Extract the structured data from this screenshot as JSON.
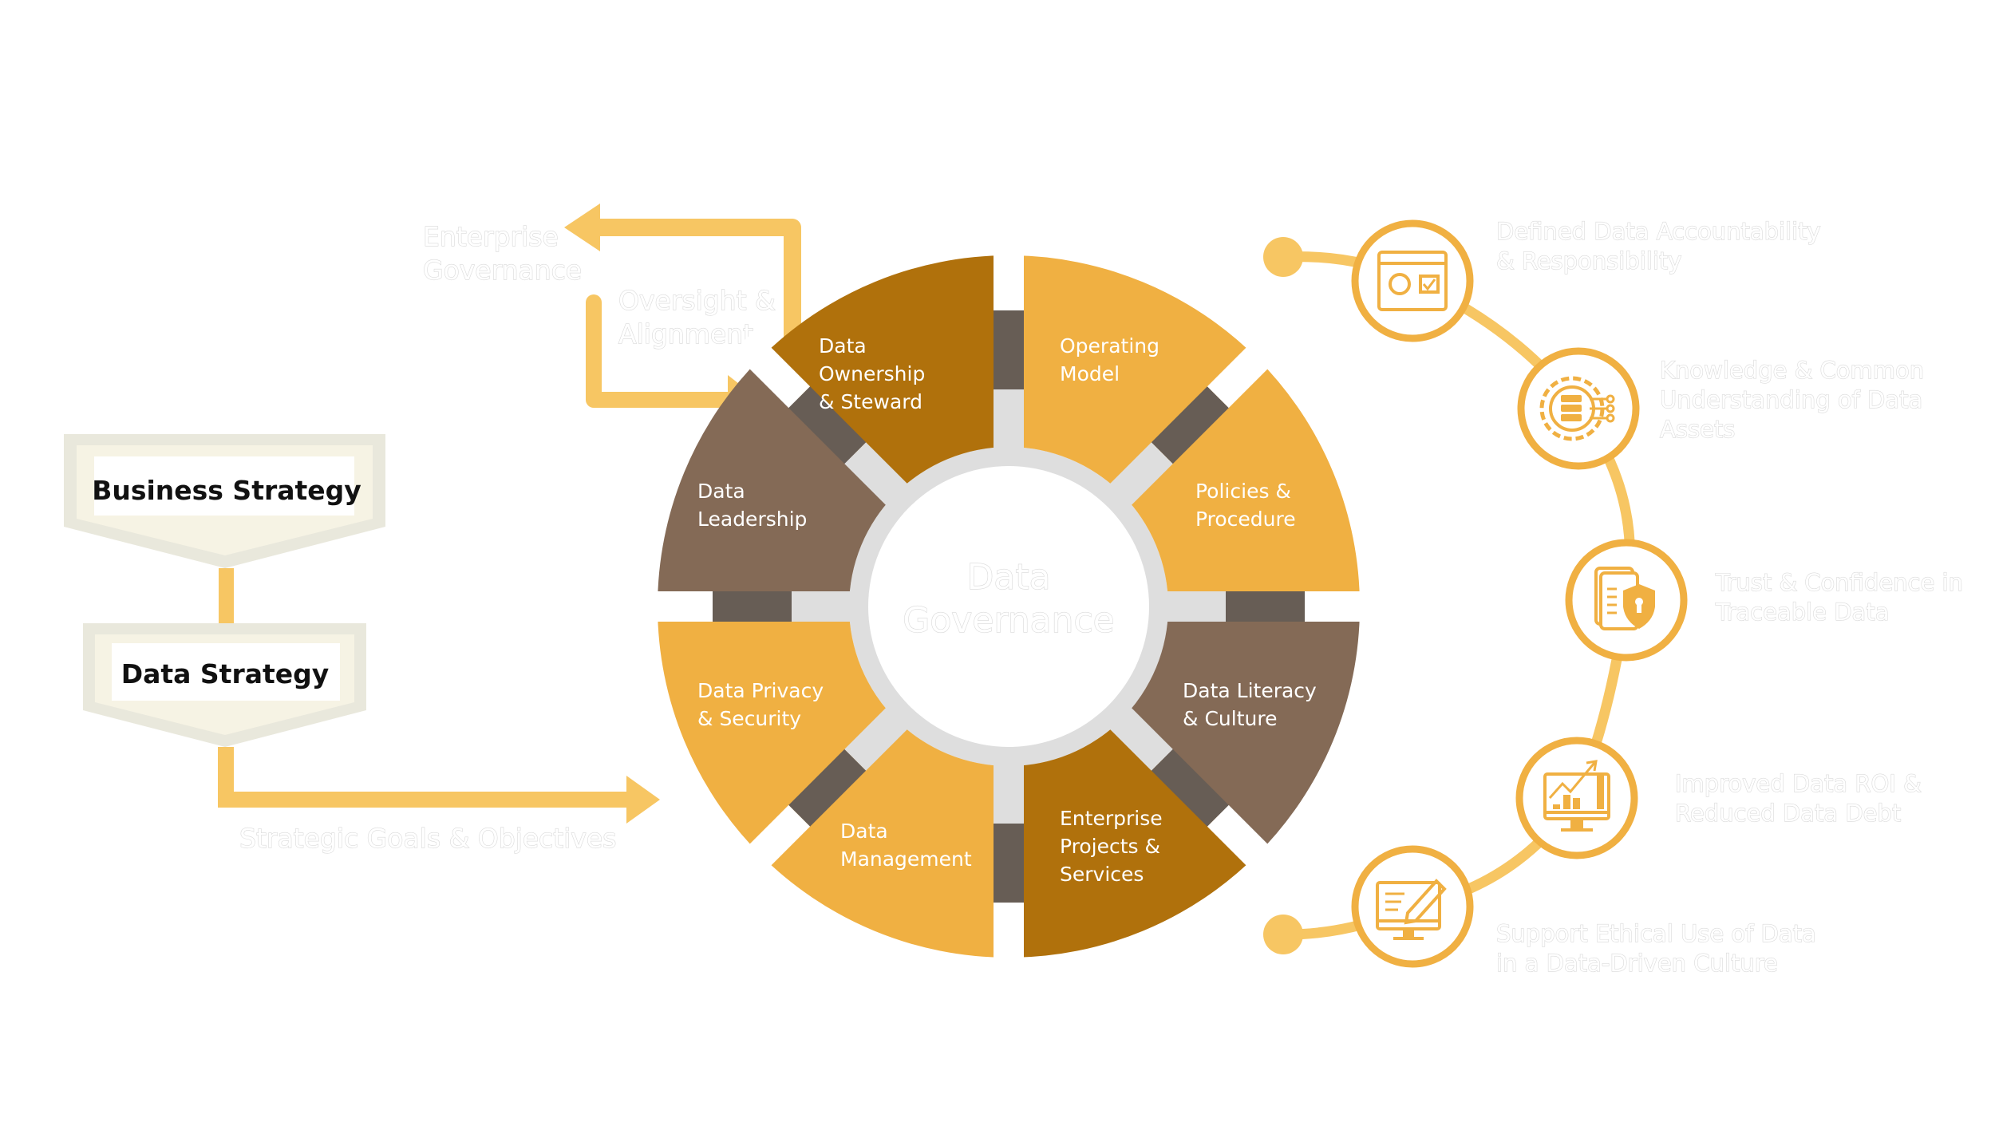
{
  "colors": {
    "gold": "#F0B042",
    "dark_gold": "#B0710C",
    "brown": "#846A56",
    "connector": "#675D55",
    "ring": "#DEDEDE",
    "arrow": "#F7C663",
    "box_outer": "#E9E8DC",
    "box_mid": "#F6F3E4"
  },
  "left": {
    "business_strategy": "Business Strategy",
    "data_strategy": "Data Strategy",
    "strategic_goals": "Strategic Goals & Objectives"
  },
  "top": {
    "enterprise_governance": [
      "Enterprise",
      "Governance"
    ],
    "oversight": [
      "Oversight &",
      "Alignment"
    ]
  },
  "wheel": {
    "center": [
      "Data",
      "Governance"
    ],
    "segments": [
      {
        "lines": [
          "Operating",
          "Model"
        ],
        "color": "gold"
      },
      {
        "lines": [
          "Policies &",
          "Procedure"
        ],
        "color": "gold"
      },
      {
        "lines": [
          "Data Literacy",
          "& Culture"
        ],
        "color": "brown"
      },
      {
        "lines": [
          "Enterprise",
          "Projects &",
          "Services"
        ],
        "color": "dark_gold"
      },
      {
        "lines": [
          "Data",
          "Management"
        ],
        "color": "gold"
      },
      {
        "lines": [
          "Data Privacy",
          "& Security"
        ],
        "color": "gold"
      },
      {
        "lines": [
          "Data",
          "Leadership"
        ],
        "color": "brown"
      },
      {
        "lines": [
          "Data",
          "Ownership",
          "& Steward"
        ],
        "color": "dark_gold"
      }
    ]
  },
  "outcomes": [
    {
      "icon": "settings-window-icon",
      "lines": [
        "Defined Data Accountability",
        "& Responsibility"
      ]
    },
    {
      "icon": "gear-database-icon",
      "lines": [
        "Knowledge & Common",
        "Understanding of Data",
        "Assets"
      ]
    },
    {
      "icon": "document-shield-icon",
      "lines": [
        "Trust & Confidence in",
        "Traceable Data"
      ]
    },
    {
      "icon": "monitor-chart-icon",
      "lines": [
        "Improved Data ROI &",
        "Reduced Data Debt"
      ]
    },
    {
      "icon": "monitor-pen-icon",
      "lines": [
        "Support Ethical Use of Data",
        "in a Data-Driven Culture"
      ]
    }
  ]
}
